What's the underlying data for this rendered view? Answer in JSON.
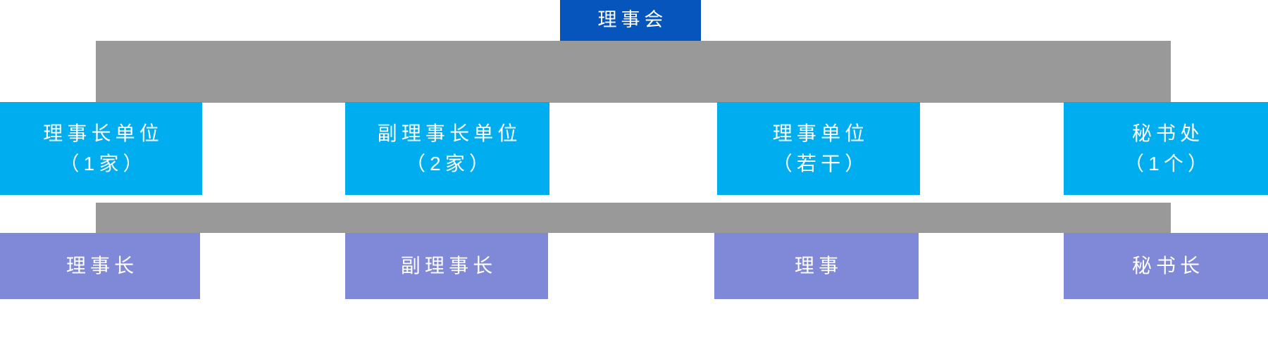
{
  "diagram": {
    "type": "organization-chart",
    "title_node": {
      "label": "理事会",
      "color": "#0655bc"
    },
    "connectors": {
      "color": "#999999",
      "upper_label": "",
      "lower_label": ""
    },
    "levels": [
      {
        "name": "member-units",
        "color": "#00aeef",
        "nodes": [
          {
            "line1": "理事长单位",
            "line2": "（1家）"
          },
          {
            "line1": "副理事长单位",
            "line2": "（2家）"
          },
          {
            "line1": "理事单位",
            "line2": "（若干）"
          },
          {
            "line1": "秘书处",
            "line2": "（1个）"
          }
        ]
      },
      {
        "name": "roles",
        "color": "#8089d8",
        "nodes": [
          {
            "line1": "理事长"
          },
          {
            "line1": "副理事长"
          },
          {
            "line1": "理事"
          },
          {
            "line1": "秘书长"
          }
        ]
      }
    ]
  }
}
